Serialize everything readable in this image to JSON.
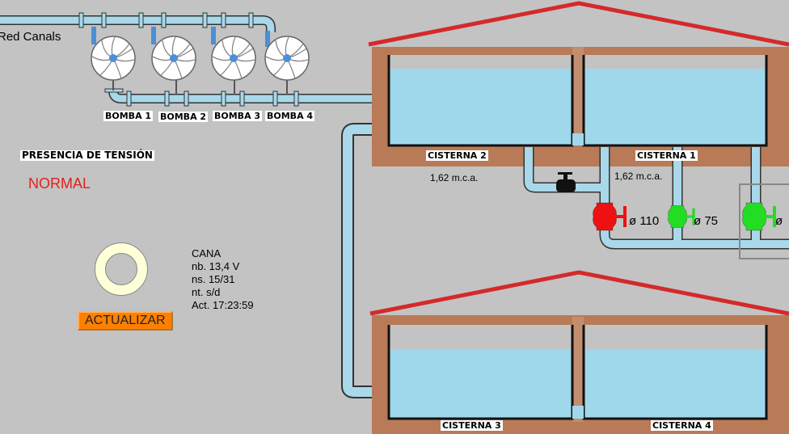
{
  "network_label": "Red Canals",
  "pumps": [
    {
      "label": "BOMBA 1"
    },
    {
      "label": "BOMBA 2"
    },
    {
      "label": "BOMBA 3"
    },
    {
      "label": "BOMBA 4"
    }
  ],
  "power": {
    "title": "PRESENCIA DE TENSIÓN",
    "status": "NORMAL",
    "status_color": "#e02020"
  },
  "station": {
    "name": "CANA",
    "nb": "nb. 13,4 V",
    "ns": "ns. 15/31",
    "nt": "nt. s/d",
    "updated": "Act. 17:23:59",
    "refresh_button": "ACTUALIZAR"
  },
  "tanks": [
    {
      "label": "CISTERNA 2",
      "level": "1,62 m.c.a."
    },
    {
      "label": "CISTERNA 1",
      "level": "1,62 m.c.a."
    },
    {
      "label": "CISTERNA 3"
    },
    {
      "label": "CISTERNA 4"
    }
  ],
  "valves": [
    {
      "label": "ø 110",
      "state": "closed",
      "color": "#ee1111"
    },
    {
      "label": "ø 75",
      "state": "open",
      "color": "#22dd22"
    },
    {
      "label": "ø",
      "state": "open",
      "color": "#22dd22"
    }
  ],
  "colors": {
    "water": "#9fd8ea",
    "pipe": "#a8d8ea",
    "wall": "#b97a57",
    "roof": "#d42a2a"
  }
}
